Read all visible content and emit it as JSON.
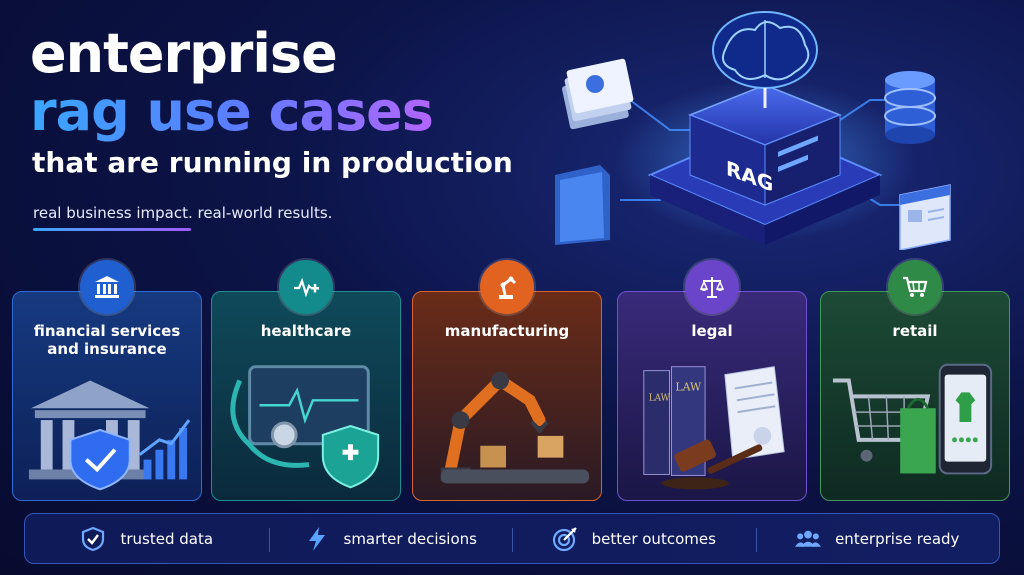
{
  "header": {
    "line1": "enterprise",
    "line2": "rag use cases",
    "line3": "that are running in production",
    "tagline": "real business impact. real-world results."
  },
  "hero": {
    "box_label": "RAG",
    "icons": [
      "brain-icon",
      "document-stack-icon",
      "database-icon",
      "folder-icon",
      "browser-window-icon"
    ]
  },
  "cards": [
    {
      "label": "financial services and insurance",
      "icon": "bank-icon",
      "accent": "#1f5fd0"
    },
    {
      "label": "healthcare",
      "icon": "heartbeat-plus-icon",
      "accent": "#138a8c"
    },
    {
      "label": "manufacturing",
      "icon": "robot-arm-icon",
      "accent": "#e2621f"
    },
    {
      "label": "legal",
      "icon": "scales-icon",
      "accent": "#6b45c9"
    },
    {
      "label": "retail",
      "icon": "shopping-cart-icon",
      "accent": "#2f8a47"
    }
  ],
  "card_art": {
    "legal_books": [
      "LAW",
      "LAW"
    ]
  },
  "features": [
    {
      "label": "trusted data",
      "icon": "shield-check-icon"
    },
    {
      "label": "smarter decisions",
      "icon": "lightning-icon"
    },
    {
      "label": "better outcomes",
      "icon": "target-icon"
    },
    {
      "label": "enterprise ready",
      "icon": "people-icon"
    }
  ]
}
